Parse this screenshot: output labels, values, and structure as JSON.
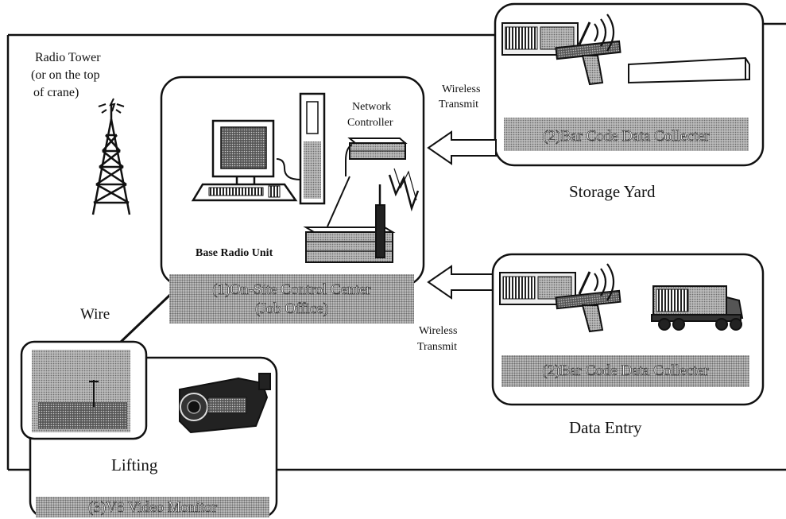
{
  "labels": {
    "radio_tower": [
      "Radio Tower",
      "(or on the top",
      "of crane)"
    ],
    "network_controller": [
      "Network",
      "Controller"
    ],
    "base_radio_unit": "Base Radio Unit",
    "control_center": [
      "(1)On-Site Control Center",
      "(Job Office)"
    ],
    "wireless_transmit_top": [
      "Wireless",
      "Transmit"
    ],
    "wireless_transmit_bottom": [
      "Wireless",
      "Transmit"
    ],
    "bar_code_top": "(2)Bar Code Data Collecter",
    "bar_code_bottom": "(2)Bar Code Data Collecter",
    "storage_yard": "Storage Yard",
    "data_entry": "Data Entry",
    "wire": "Wire",
    "lifting": "Lifting",
    "video_monitor": "(3)V8 Video Monitor"
  },
  "icons": [
    "radio-tower-icon",
    "computer-icon",
    "network-controller-icon",
    "base-radio-unit-icon",
    "lightning-icon",
    "barcode-scanner-icon",
    "container-icon",
    "truck-icon",
    "camcorder-icon",
    "crane-photo-icon"
  ]
}
